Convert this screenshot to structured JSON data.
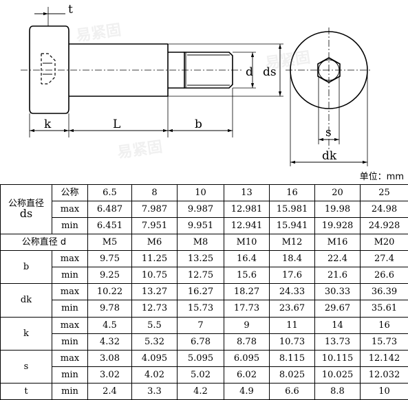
{
  "drawing": {
    "labels": {
      "t": "t",
      "k": "k",
      "L": "L",
      "b": "b",
      "d": "d",
      "ds": "ds",
      "s": "s",
      "dk": "dk"
    }
  },
  "watermark": "易紧固",
  "unit": "单位：mm",
  "table": {
    "ds_param_cn": "公称直径",
    "ds_param": "ds",
    "nominal_label": "公称",
    "max_label": "max",
    "min_label": "min",
    "ds_nominal": [
      "6.5",
      "8",
      "10",
      "13",
      "16",
      "20",
      "25"
    ],
    "ds_max": [
      "6.487",
      "7.987",
      "9.987",
      "12.981",
      "15.981",
      "19.98",
      "24.98"
    ],
    "ds_min": [
      "6.451",
      "7.951",
      "9.951",
      "12.941",
      "15.941",
      "19.928",
      "24.928"
    ],
    "d_label": "公称直径 d",
    "d_values": [
      "M5",
      "M6",
      "M8",
      "M10",
      "M12",
      "M16",
      "M20"
    ],
    "b_param": "b",
    "b_max": [
      "9.75",
      "11.25",
      "13.25",
      "16.4",
      "18.4",
      "22.4",
      "27.4"
    ],
    "b_min": [
      "9.25",
      "10.75",
      "12.75",
      "15.6",
      "17.6",
      "21.6",
      "26.6"
    ],
    "dk_param": "dk",
    "dk_max": [
      "10.22",
      "13.27",
      "16.27",
      "18.27",
      "24.33",
      "30.33",
      "36.39"
    ],
    "dk_min": [
      "9.78",
      "12.73",
      "15.73",
      "17.73",
      "23.67",
      "29.67",
      "35.61"
    ],
    "k_param": "k",
    "k_max": [
      "4.5",
      "5.5",
      "7",
      "9",
      "11",
      "14",
      "16"
    ],
    "k_min": [
      "4.32",
      "5.32",
      "6.78",
      "8.78",
      "10.73",
      "13.73",
      "15.73"
    ],
    "s_param": "s",
    "s_max": [
      "3.08",
      "4.095",
      "5.095",
      "6.095",
      "8.115",
      "10.115",
      "12.142"
    ],
    "s_min": [
      "3.02",
      "4.02",
      "5.02",
      "6.02",
      "8.025",
      "10.025",
      "12.032"
    ],
    "t_param": "t",
    "t_min": [
      "2.4",
      "3.3",
      "4.2",
      "4.9",
      "6.6",
      "8.8",
      "10"
    ]
  }
}
